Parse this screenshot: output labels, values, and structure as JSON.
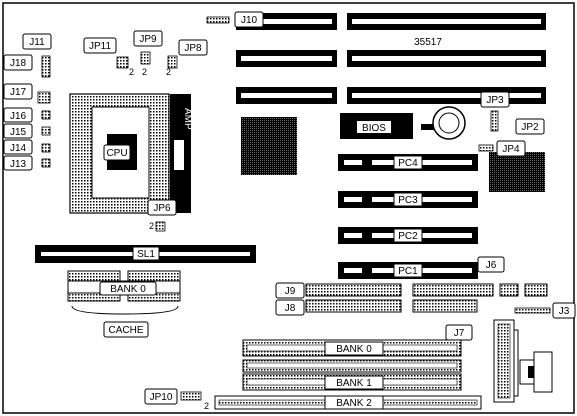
{
  "board": {
    "model": "35517",
    "bios": "BIOS",
    "amp": "AMP",
    "cpu": "CPU",
    "cache": "CACHE",
    "sl1": "SL1",
    "pci_slots": [
      "PC4",
      "PC3",
      "PC2",
      "PC1"
    ],
    "cache_bank": "BANK 0",
    "simm_banks": [
      "BANK 0",
      "BANK 1",
      "BANK 2"
    ]
  },
  "callouts": {
    "j10": "J10",
    "j11": "J11",
    "j18": "J18",
    "j17": "J17",
    "j16": "J16",
    "j15": "J15",
    "j14": "J14",
    "j13": "J13",
    "j9": "J9",
    "j8": "J8",
    "j6": "J6",
    "j7": "J7",
    "j3": "J3",
    "jp11": "JP11",
    "jp9": "JP9",
    "jp8": "JP8",
    "jp6": "JP6",
    "jp3": "JP3",
    "jp2": "JP2",
    "jp4": "JP4",
    "jp10": "JP10"
  },
  "pin_marks": {
    "jp11": "2",
    "jp9": "2",
    "jp8": "2",
    "jp6": "2",
    "jp10": "2"
  },
  "colors": {
    "ink": "#000000",
    "paper": "#ffffff"
  }
}
